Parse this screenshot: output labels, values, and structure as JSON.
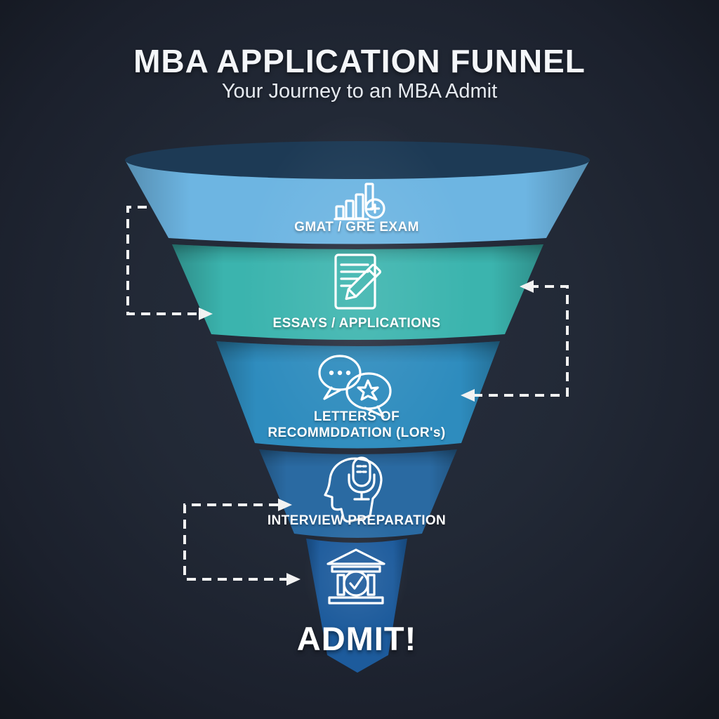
{
  "header": {
    "title": "MBA APPLICATION FUNNEL",
    "subtitle": "Your Journey to an MBA Admit"
  },
  "funnel": {
    "mouth_color": "#1d3a55",
    "stages": [
      {
        "id": "gmat",
        "label": "GMAT / GRE EXAM",
        "icon": "bar-chart-search-icon",
        "color": "#6db5e2"
      },
      {
        "id": "essays",
        "label": "ESSAYS / APPLICATIONS",
        "icon": "essay-pencil-icon",
        "color": "#3bb4ae"
      },
      {
        "id": "lor",
        "label": "LETTERS OF",
        "label2": "RECOMMDDATION (LOR's)",
        "icon": "speech-bubbles-star-icon",
        "color": "#2e8cbe"
      },
      {
        "id": "interview",
        "label": "INTERVIEW PREPARATION",
        "icon": "head-microphone-icon",
        "color": "#2a6aa2"
      },
      {
        "id": "admit",
        "label": "ADMIT!",
        "icon": "university-check-icon",
        "color": "#1d5b9c"
      }
    ]
  },
  "colors": {
    "background": "#222936",
    "arrow": "#f2f2f2",
    "text": "#ffffff"
  }
}
